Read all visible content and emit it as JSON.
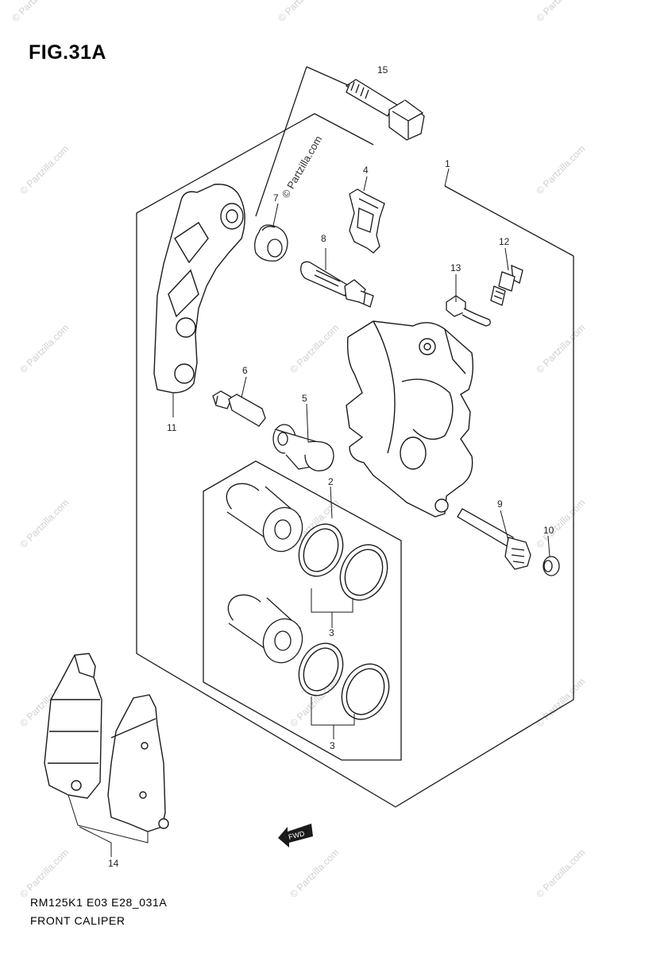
{
  "figure_title": "FIG.31A",
  "footer": {
    "code": "RM125K1 E03 E28_031A",
    "name": "FRONT CALIPER"
  },
  "watermark_text": "© Partzilla.com",
  "direction_arrow_label": "FWD",
  "callouts": [
    "15",
    "1",
    "4",
    "7",
    "8",
    "12",
    "13",
    "6",
    "5",
    "11",
    "2",
    "9",
    "10",
    "3",
    "3",
    "14"
  ],
  "colors": {
    "line": "#1a1a1a",
    "watermark": "#d0d0d0",
    "background": "#ffffff"
  }
}
